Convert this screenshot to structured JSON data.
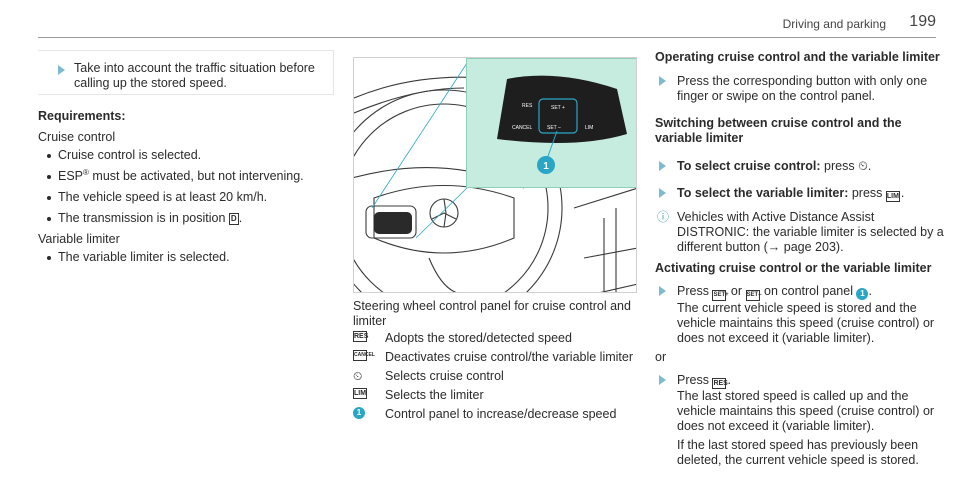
{
  "header": {
    "section": "Driving and parking",
    "page": "199"
  },
  "col1": {
    "note": "Take into account the traffic situation before calling up the stored speed.",
    "requirements_heading": "Requirements:",
    "cruise_label": "Cruise control",
    "cruise_items": [
      "Cruise control is selected.",
      "must be activated, but not intervening.",
      "The vehicle speed is at least 20 km/h.",
      "The transmission is in position"
    ],
    "esp": "ESP",
    "reg": "®",
    "gear_key": "D",
    "limiter_label": "Variable limiter",
    "limiter_items": [
      "The variable limiter is selected."
    ]
  },
  "col2": {
    "figure_number": "1",
    "figure_buttons": [
      "RES",
      "CANCEL",
      "SET +",
      "SET –",
      "LIM"
    ],
    "caption": "Steering wheel control panel for cruise control and limiter",
    "legend": [
      {
        "key": "RES",
        "text": "Adopts the stored/detected speed"
      },
      {
        "key": "CANCEL",
        "text": "Deactivates cruise control/the variable limiter"
      },
      {
        "key": "cruise-icon",
        "text": "Selects cruise control"
      },
      {
        "key": "LIM",
        "text": "Selects the limiter"
      },
      {
        "key": "1",
        "text": "Control panel to increase/decrease speed"
      }
    ]
  },
  "col3": {
    "heading1": "Operating cruise control and the variable limiter",
    "step1": "Press the corresponding button with only one finger or swipe on the control panel.",
    "heading2": "Switching between cruise control and the variable limiter",
    "step2_title": "To select cruise control:",
    "step2_text": "press",
    "step3_title": "To select the variable limiter:",
    "step3_text": "press",
    "info": "Vehicles with Active Distance Assist DISTRONIC: the variable limiter is selected by a different button (→ page 203).",
    "heading3": "Activating cruise control or the variable limiter",
    "step4a": "Press",
    "step4b": "or",
    "step4c": "on control panel",
    "step4d": "The current vehicle speed is stored and the vehicle maintains this speed (cruise control) or does not exceed it (variable limiter).",
    "or": "or",
    "step5a": "Press",
    "step5b": "The last stored speed is called up and the vehicle maintains this speed (cruise control) or does not exceed it (variable limiter).",
    "step5c": "If the last stored speed has previously been deleted, the current vehicle speed is stored.",
    "key_set_plus": "SET+",
    "key_set_minus": "SET–",
    "key_res": "RES",
    "key_lim": "LIM",
    "panel_num": "1"
  },
  "colors": {
    "accent": "#7fbbd0",
    "callout": "#29a6c6",
    "inset_bg": "#c6ecdf"
  }
}
